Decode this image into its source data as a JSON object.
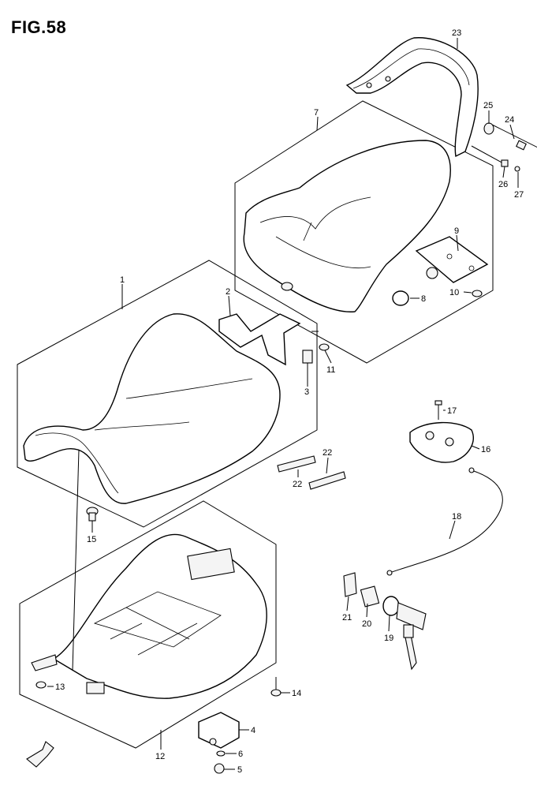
{
  "figure": {
    "title": "FIG.58"
  },
  "callouts": [
    "1",
    "2",
    "3",
    "4",
    "5",
    "6",
    "7",
    "8",
    "9",
    "10",
    "11",
    "12",
    "13",
    "14",
    "15",
    "16",
    "17",
    "18",
    "19",
    "20",
    "21",
    "22",
    "22",
    "23",
    "24",
    "25",
    "26",
    "27"
  ]
}
